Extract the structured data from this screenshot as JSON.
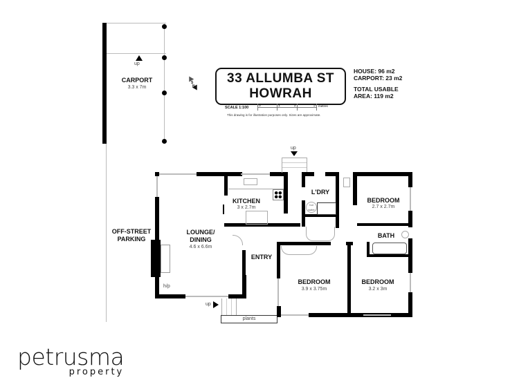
{
  "header": {
    "address_line1": "33 ALLUMBA ST",
    "address_line2": "HOWRAH"
  },
  "areas": {
    "house": "HOUSE: 96 m2",
    "carport": "CARPORT: 23 m2",
    "total_line1": "TOTAL USABLE",
    "total_line2": "AREA: 119 m2"
  },
  "scale": {
    "label": "SCALE 1:100",
    "ticks": [
      "0",
      "1",
      "2",
      "3"
    ],
    "unit": "metres",
    "disclaimer": "This drawing is for illustration purposes only. Sizes are approximate."
  },
  "compass": {
    "letters": [
      "S",
      "N",
      "E",
      "W"
    ]
  },
  "rooms": [
    {
      "id": "carport",
      "name": "CARPORT",
      "dims": "3.3 x 7m"
    },
    {
      "id": "lounge",
      "name": "LOUNGE/",
      "name2": "DINING",
      "dims": "4.6 x 6.6m"
    },
    {
      "id": "kitchen",
      "name": "KITCHEN",
      "dims": "3 x 2.7m"
    },
    {
      "id": "laundry",
      "name": "L'DRY",
      "dims": ""
    },
    {
      "id": "bedroom1",
      "name": "BEDROOM",
      "dims": "2.7 x 2.7m"
    },
    {
      "id": "bath",
      "name": "BATH",
      "dims": ""
    },
    {
      "id": "entry",
      "name": "ENTRY",
      "dims": ""
    },
    {
      "id": "bedroom2",
      "name": "BEDROOM",
      "dims": "3.9 x 3.75m"
    },
    {
      "id": "bedroom3",
      "name": "BEDROOM",
      "dims": "3.2 x 3m"
    }
  ],
  "annotations": {
    "parking_line1": "OFF-STREET",
    "parking_line2": "PARKING",
    "up_carport": "up",
    "up_back": "up",
    "up_front": "up",
    "hp": "h/p",
    "plants": "plants",
    "hot_water": "hot water"
  },
  "brand": {
    "name": "petrusma",
    "sub": "property"
  }
}
